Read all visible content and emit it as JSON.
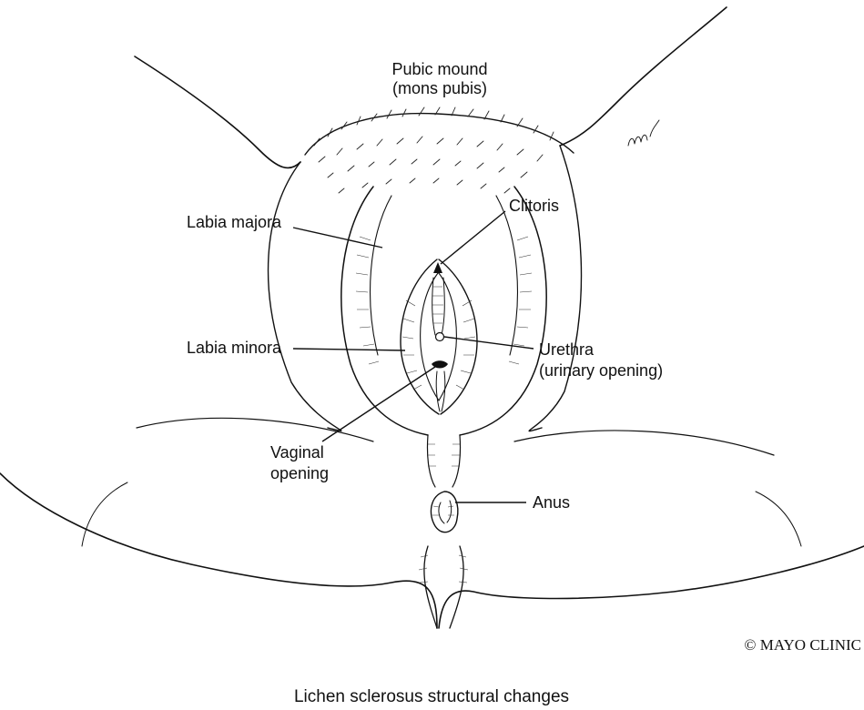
{
  "labels": {
    "mons_line1": "Pubic mound",
    "mons_line2": "(mons pubis)",
    "labia_majora": "Labia majora",
    "clitoris": "Clitoris",
    "labia_minora": "Labia minora",
    "urethra_line1": "Urethra",
    "urethra_line2": "(urinary opening)",
    "vaginal_line1": "Vaginal",
    "vaginal_line2": "opening",
    "anus": "Anus"
  },
  "credit": "© MAYO CLINIC",
  "caption": "Lichen sclerosus structural changes"
}
